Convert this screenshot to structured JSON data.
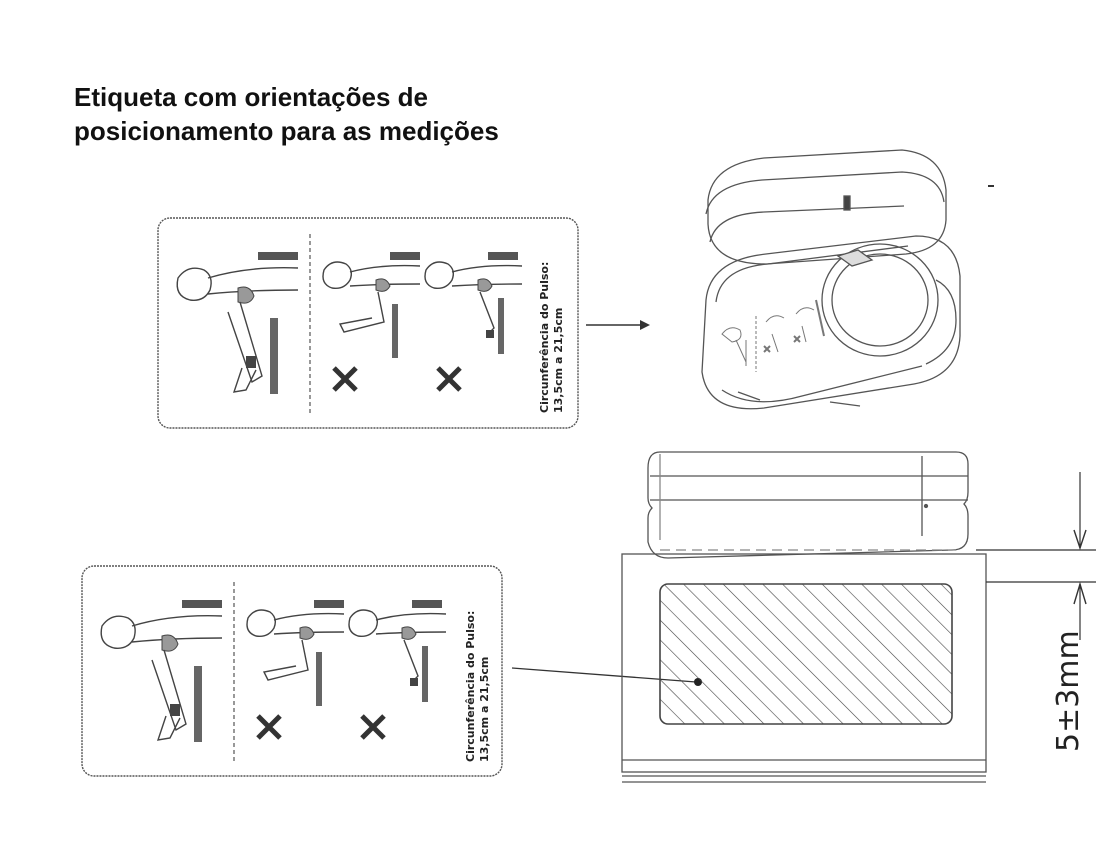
{
  "title": {
    "line1": "Etiqueta com orientações de",
    "line2": "posicionamento para as medições"
  },
  "label": {
    "side_text_line1": "Circunferência do Pulso:",
    "side_text_line2": "13,5cm a 21,5cm"
  },
  "dimension": {
    "text": "5±3mm"
  },
  "colors": {
    "line": "#333333",
    "light_line": "#777777",
    "hatch": "#444444"
  },
  "icons": [
    "correct-posture-icon",
    "wrong-posture-icon",
    "cross-mark-icon",
    "arrow-right-icon",
    "blood-pressure-monitor-icon"
  ]
}
